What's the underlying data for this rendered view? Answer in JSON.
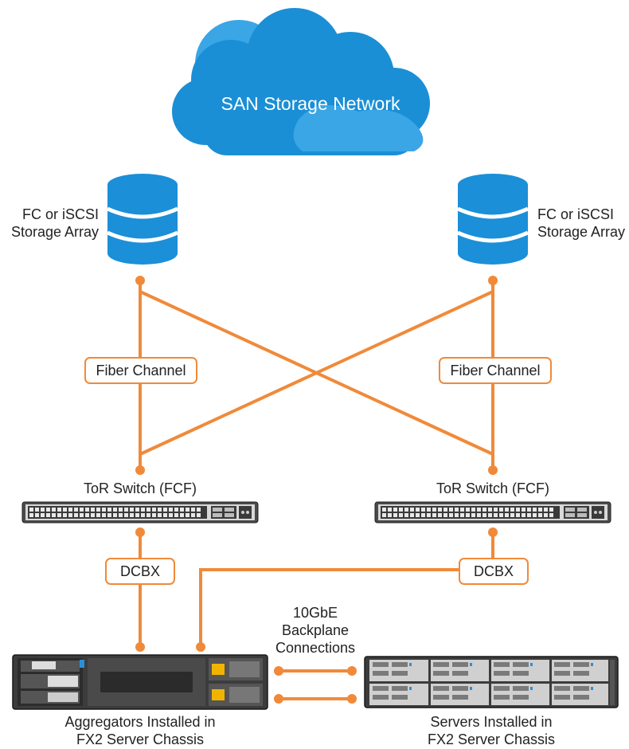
{
  "cloud": {
    "label": "SAN Storage Network"
  },
  "storage_left": {
    "label_line1": "FC or iSCSI",
    "label_line2": "Storage Array",
    "icon": "database-icon"
  },
  "storage_right": {
    "label_line1": "FC or iSCSI",
    "label_line2": "Storage Array",
    "icon": "database-icon"
  },
  "link_fiber_left": "Fiber Channel",
  "link_fiber_right": "Fiber Channel",
  "switch_left": {
    "label": "ToR Switch (FCF)"
  },
  "switch_right": {
    "label": "ToR Switch (FCF)"
  },
  "link_dcbx_left": "DCBX",
  "link_dcbx_right": "DCBX",
  "backplane": {
    "line1": "10GbE",
    "line2": "Backplane",
    "line3": "Connections"
  },
  "aggregator": {
    "line1": "Aggregators Installed in",
    "line2": "FX2 Server Chassis"
  },
  "servers": {
    "line1": "Servers Installed in",
    "line2": "FX2 Server Chassis"
  },
  "colors": {
    "cloud": "#1a8fd6",
    "cloud_light": "#3aa6e6",
    "link": "#f08a3a",
    "database": "#1b8fd8"
  }
}
